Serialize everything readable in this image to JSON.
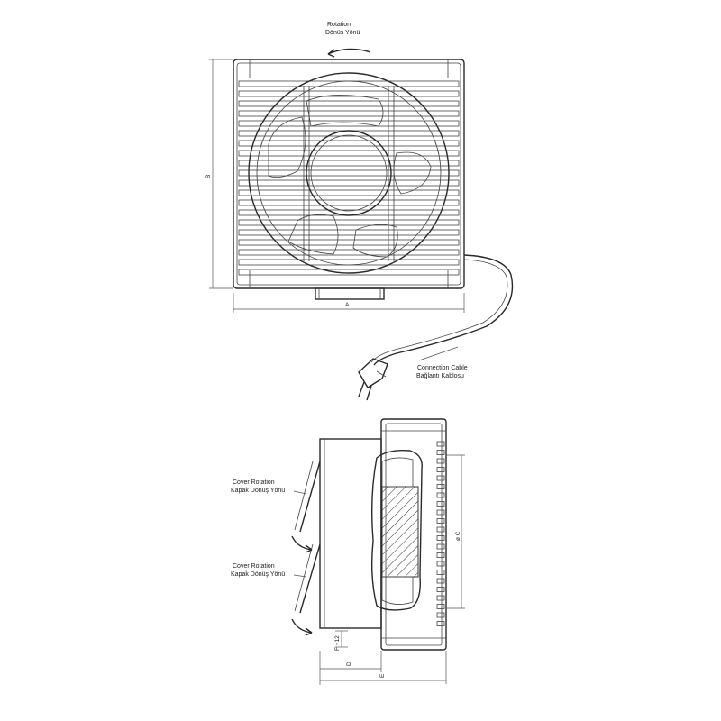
{
  "top_view": {
    "rotation_label_en": "Rotation",
    "rotation_label_tr": "Dönüş Yönü",
    "dim_width": "A",
    "dim_height": "B",
    "cable_label_en": "Connection Cable",
    "cable_label_tr": "Bağlantı Kablosu"
  },
  "side_view": {
    "cover_rotation_1_en": "Cover Rotation",
    "cover_rotation_1_tr": "Kapak Dönüş Yönü",
    "cover_rotation_2_en": "Cover Rotation",
    "cover_rotation_2_tr": "Kapak Dönüş Yönü",
    "dim_diameter": "ø C",
    "dim_d": "D",
    "dim_e": "E",
    "dim_f": "F ~12"
  }
}
